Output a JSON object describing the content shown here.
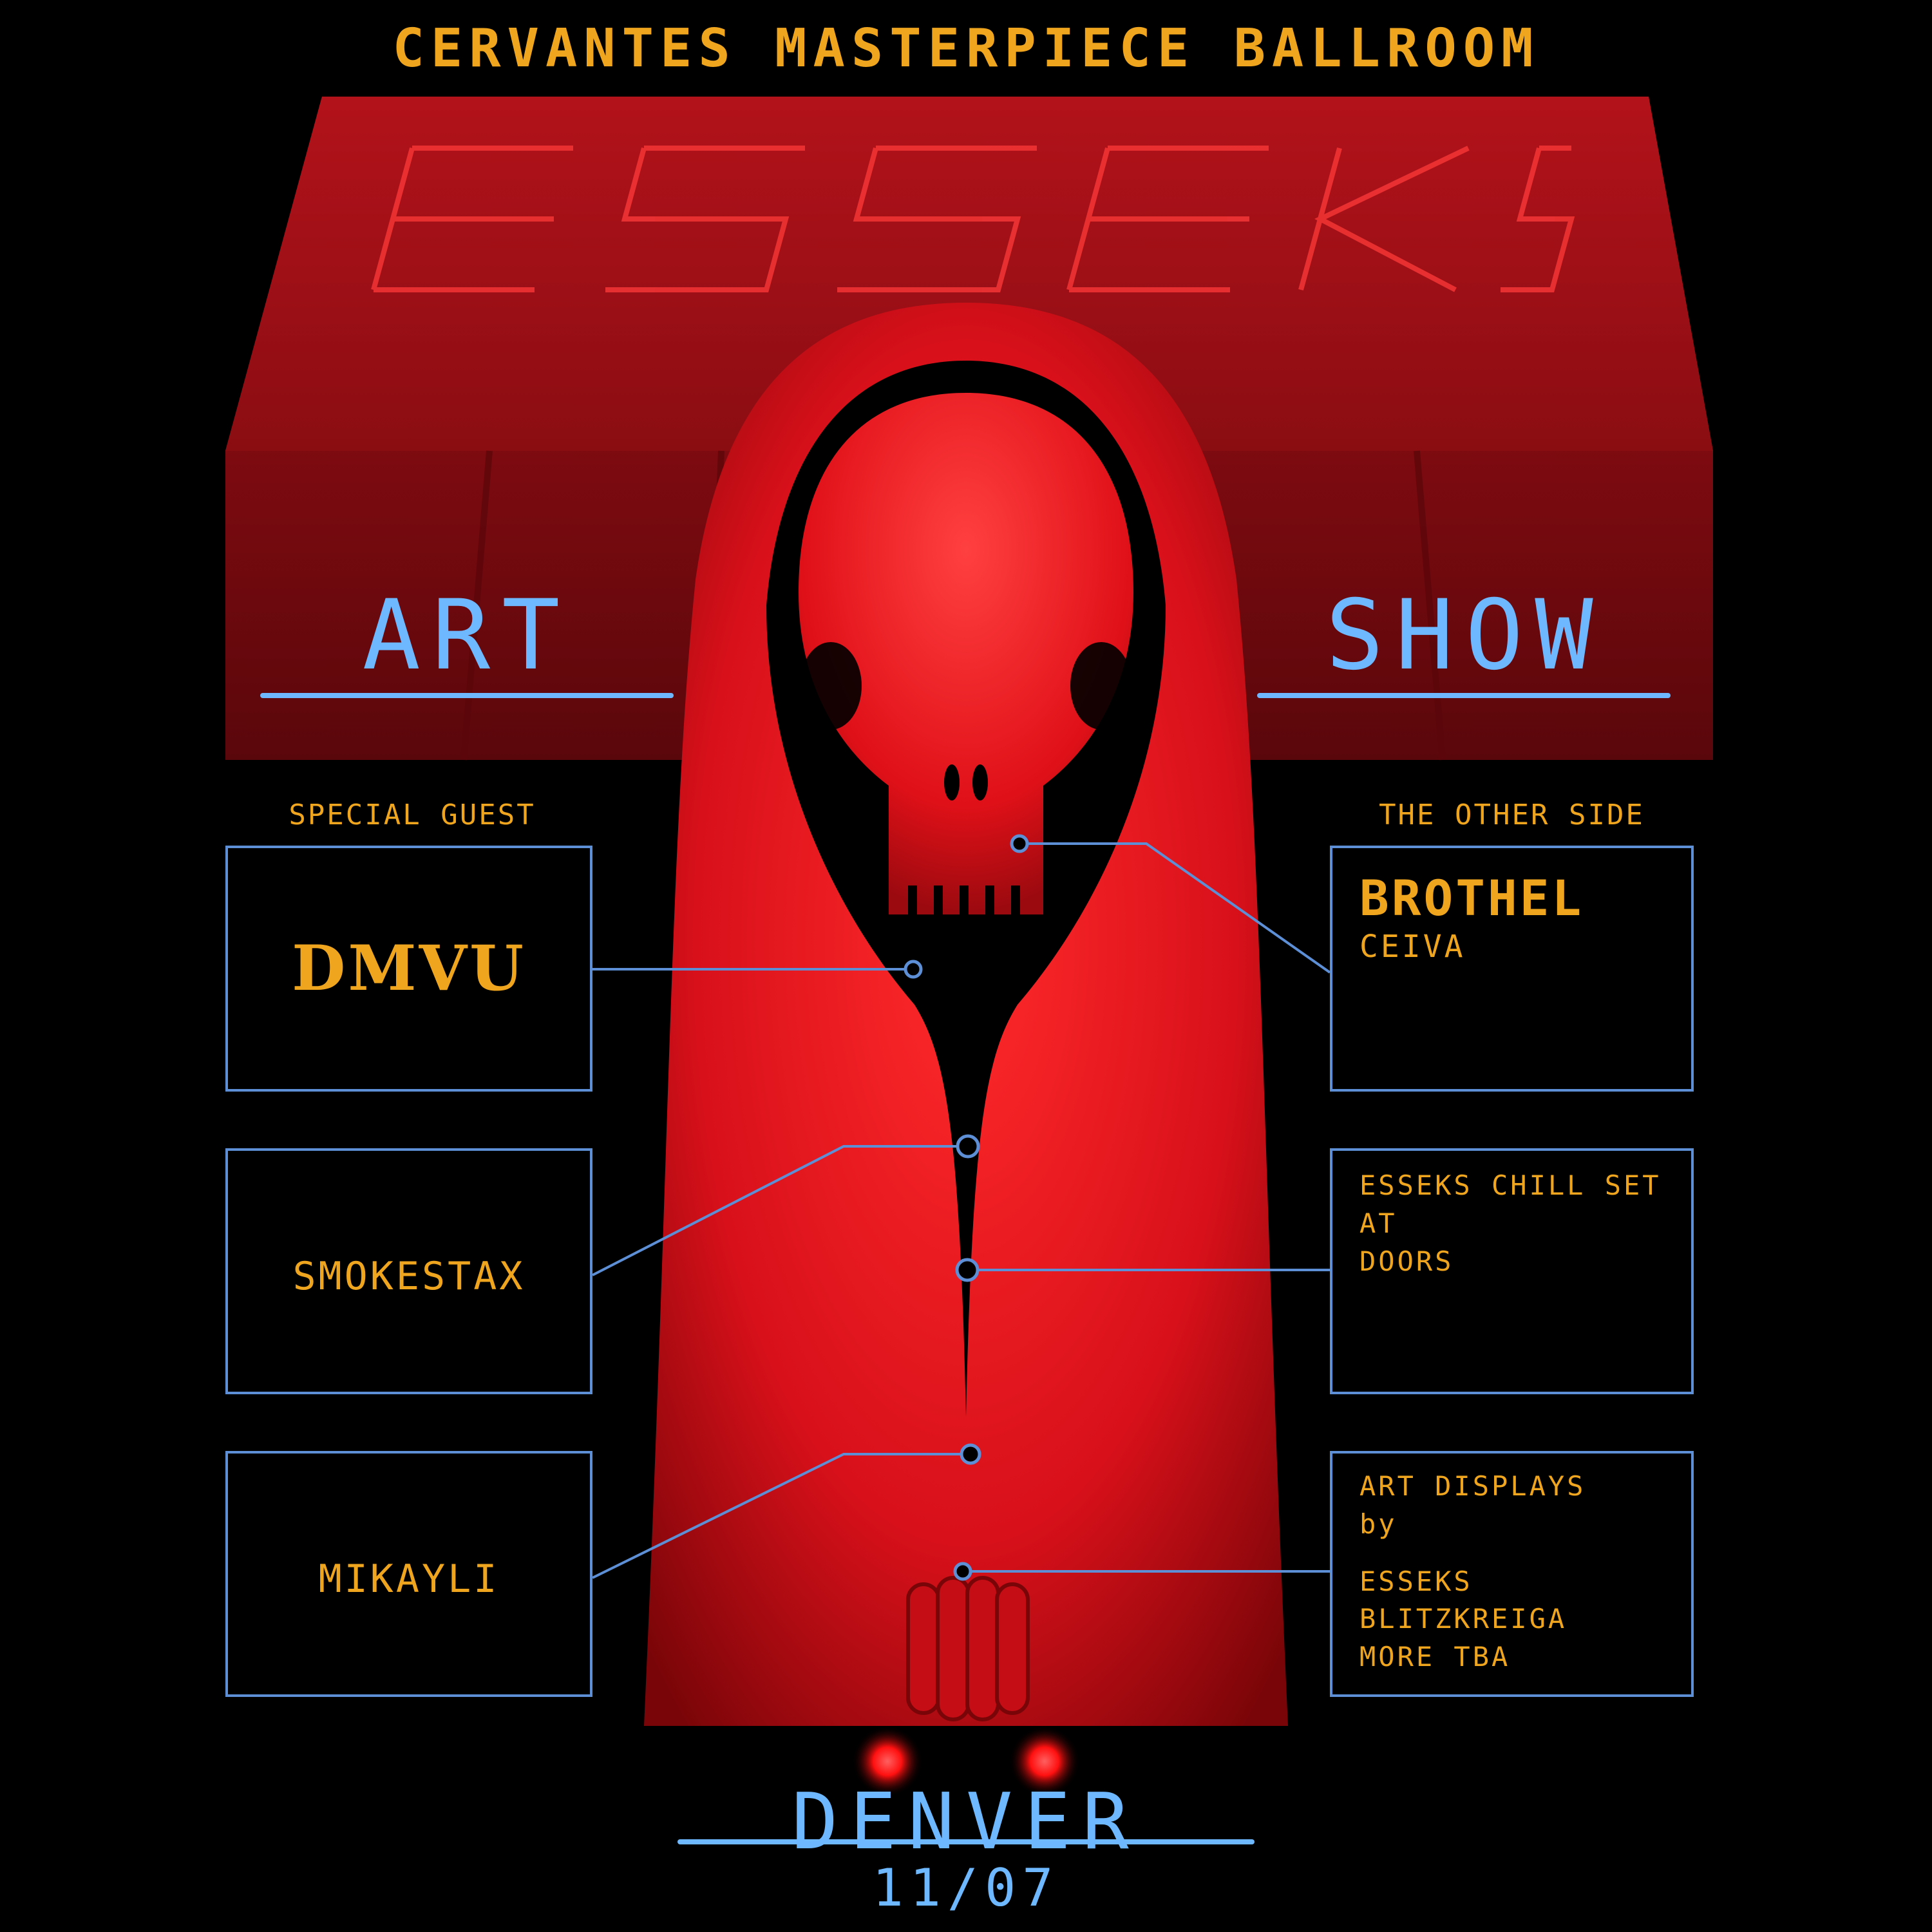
{
  "venue": "CERVANTES MASTERPIECE BALLROOM",
  "headliner": "ESSEKS",
  "art_word": "ART",
  "show_word": "SHOW",
  "left_label": "SPECIAL GUEST",
  "right_label": "THE OTHER SIDE",
  "left_boxes": [
    "DMVU",
    "SMOKESTAX",
    "MIKAYLI"
  ],
  "right_box_1": {
    "title": "BROTHEL",
    "sub": "CEIVA"
  },
  "right_box_2": {
    "lines": [
      "ESSEKS CHILL SET AT",
      "DOORS"
    ]
  },
  "right_box_3": {
    "lines": [
      "ART DISPLAYS",
      "by"
    ],
    "artists": [
      "ESSEKS",
      "BLITZKREIGA",
      "MORE TBA"
    ]
  },
  "city": "DENVER",
  "date": "11/07",
  "colors": {
    "gold": "#f0a51e",
    "blue": "#6db8ff",
    "line": "#5c8fd6",
    "red": "#e0101a",
    "background": "#000000"
  }
}
